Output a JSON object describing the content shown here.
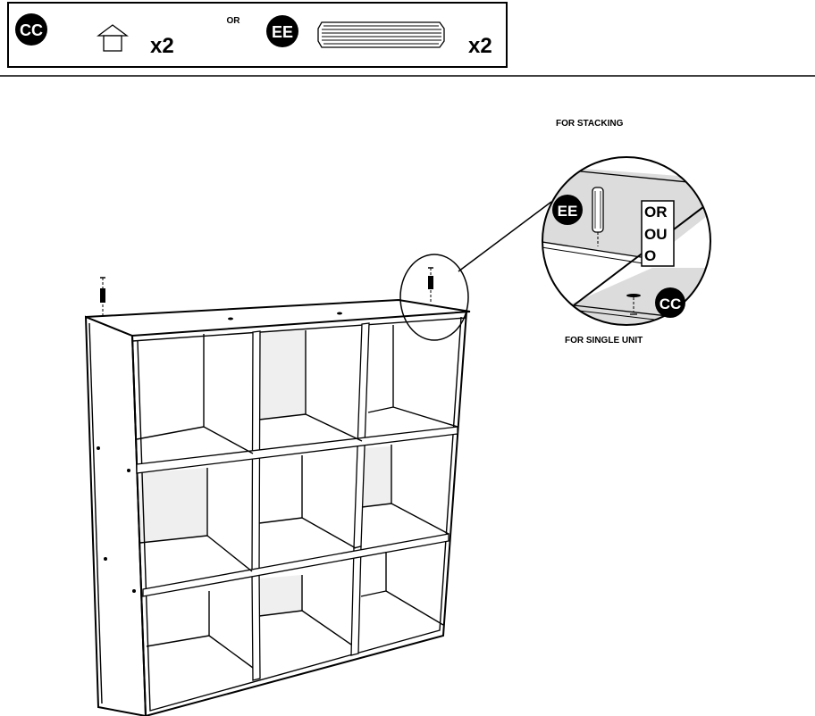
{
  "parts_box": {
    "part_cc": {
      "badge": "CC",
      "qty": "x2",
      "icon": "cam-lock-cap-icon"
    },
    "or_text": "OR",
    "part_ee": {
      "badge": "EE",
      "qty": "x2",
      "icon": "wood-dowel-icon"
    }
  },
  "detail": {
    "stacking_label": "FOR STACKING",
    "single_label": "FOR SINGLE UNIT",
    "or_lines": [
      "OR",
      "OU",
      "O"
    ],
    "badge_ee": "EE",
    "badge_cc": "CC"
  },
  "colors": {
    "ink": "#000000",
    "panel_shade": "#dcdcdc",
    "back_shade": "#efefef"
  }
}
